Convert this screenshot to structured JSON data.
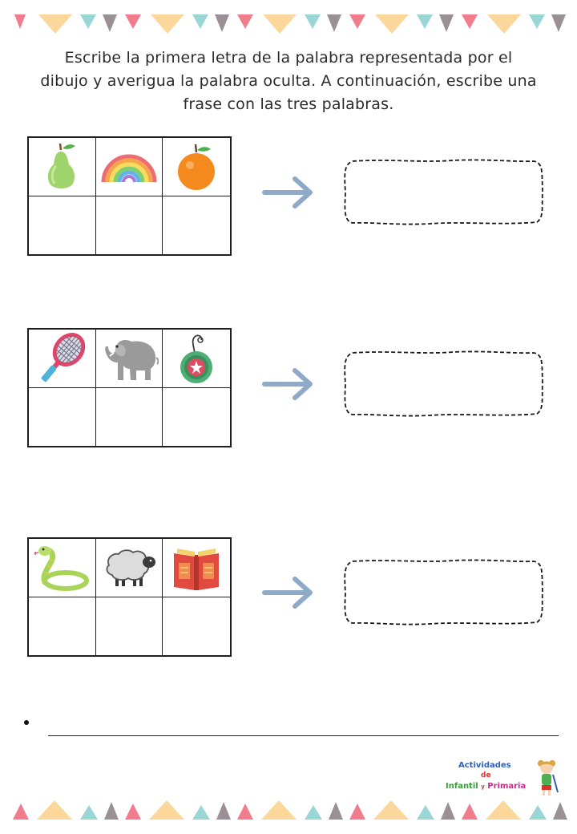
{
  "instructions": {
    "line1": "Escribe la primera letra de la palabra representada por el",
    "line2": "dibujo y averigua la palabra oculta. A continuación, escribe una",
    "line3": "frase con las tres palabras."
  },
  "exercises": [
    {
      "pictures": [
        "pear-icon",
        "rainbow-icon",
        "orange-icon"
      ]
    },
    {
      "pictures": [
        "racket-icon",
        "elephant-icon",
        "yoyo-icon"
      ]
    },
    {
      "pictures": [
        "snake-icon",
        "sheep-icon",
        "book-icon"
      ]
    }
  ],
  "logo": {
    "line1": "Actividades",
    "line2": "de",
    "line3_a": "Infantil",
    "line3_b": "y",
    "line3_c": "Primaria"
  },
  "colors": {
    "arrow": "#8eaac8",
    "bunting": [
      "#f07c8c",
      "#fbd79c",
      "#9ad6d6",
      "#9b9096"
    ]
  }
}
